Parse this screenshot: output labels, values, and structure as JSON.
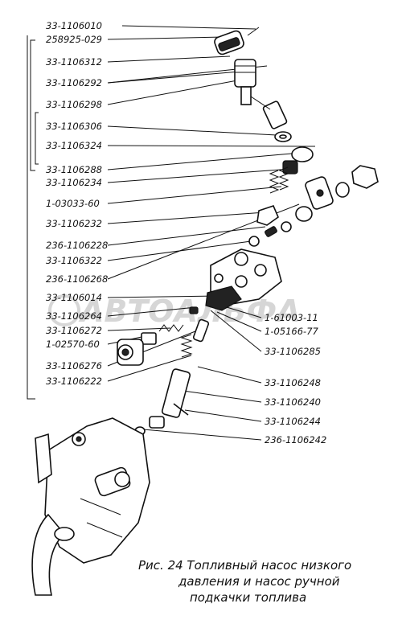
{
  "parts_left": [
    "33-1106010",
    "258925-029",
    "33-1106312",
    "33-1106292",
    "33-1106298",
    "33-1106306",
    "33-1106324",
    "33-1106288",
    "33-1106234",
    "1-03033-60",
    "33-1106232",
    "236-1106228",
    "33-1106322",
    "236-1106268",
    "33-1106014",
    "33-1106264",
    "33-1106272",
    "1-02570-60",
    "33-1106276",
    "33-1106222"
  ],
  "parts_right": [
    "1-61003-11",
    "1-05166-77",
    "33-1106285",
    "33-1106248",
    "33-1106240",
    "33-1106244",
    "236-1106242"
  ],
  "caption": {
    "line1": "Рис. 24 Топливный насос низкого",
    "line2": "давления и насос ручной",
    "line3": "подкачки топлива"
  },
  "watermark": "АВТОАЛЬФА"
}
